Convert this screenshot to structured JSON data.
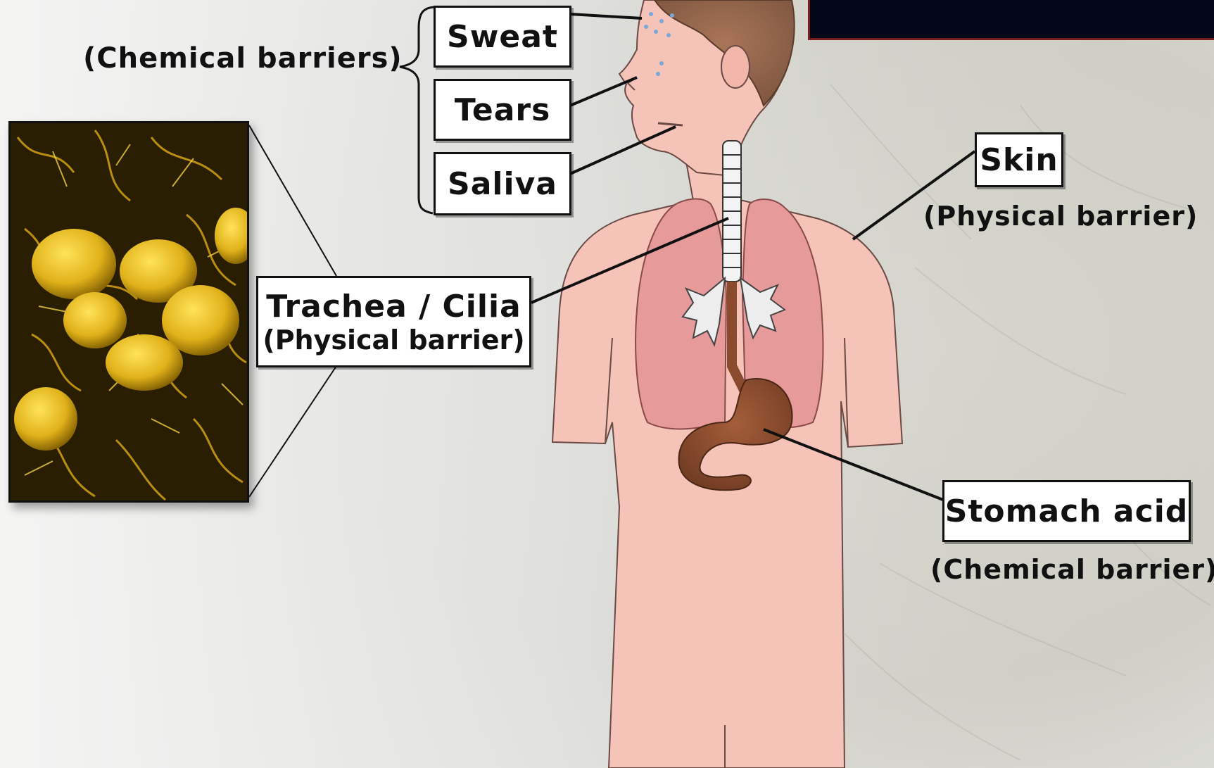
{
  "chemical_barriers_label": "(Chemical barriers)",
  "labels": {
    "sweat": "Sweat",
    "tears": "Tears",
    "saliva": "Saliva",
    "skin": "Skin",
    "skin_type": "(Physical barrier)",
    "trachea": "Trachea / Cilia",
    "trachea_type": "(Physical barrier)",
    "stomach": "Stomach acid",
    "stomach_type": "(Chemical barrier)"
  },
  "colors": {
    "skin": "#f6c3b8",
    "lung": "#e69a9a",
    "stomach": "#8a4a2e",
    "hair": "#9a6a4e",
    "micrograph": "#e0b21a",
    "banner": "#02081a"
  },
  "micrograph": {
    "name": "cilia-micrograph"
  }
}
